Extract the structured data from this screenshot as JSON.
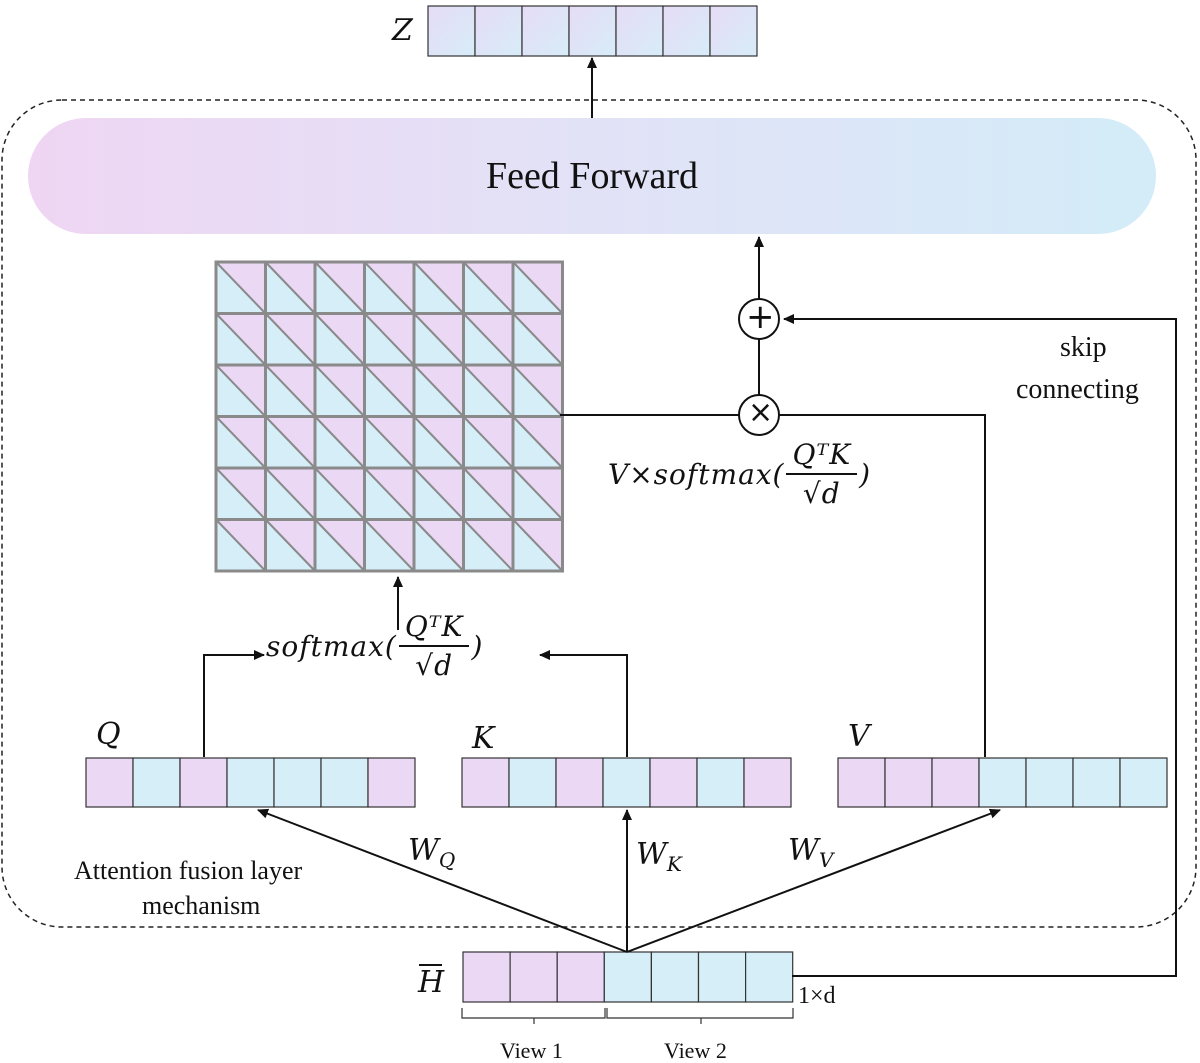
{
  "labels": {
    "feed_forward": "Feed Forward",
    "z": "Z",
    "q": "Q",
    "k": "K",
    "v": "V",
    "h": "H",
    "w_q": "W",
    "w_q_sub": "Q",
    "w_k": "W",
    "w_k_sub": "K",
    "w_v": "W",
    "w_v_sub": "V",
    "skip_line1": "skip",
    "skip_line2": "connecting",
    "attention_line1": "Attention fusion layer",
    "attention_line2": "mechanism",
    "dim": "1×d",
    "view1": "View 1",
    "view2": "View 2",
    "plus": "+",
    "times": "×"
  },
  "formula_softmax": {
    "prefix": "softmax(",
    "num": "QᵀK",
    "den": "√d",
    "suffix": ")"
  },
  "formula_v": {
    "prefix": "V×softmax(",
    "num": "QᵀK",
    "den": "√d",
    "suffix": ")"
  },
  "colors": {
    "pink": "#ead8f5",
    "blue": "#d5eef8",
    "stroke": "#111111",
    "grid_stroke": "#8a8a8a",
    "ff_left": "#efd6f3",
    "ff_right": "#d3ecf8"
  },
  "vectors": {
    "z": [
      "g",
      "g",
      "g",
      "g",
      "g",
      "g",
      "g"
    ],
    "q": [
      "p",
      "b",
      "p",
      "b",
      "b",
      "b",
      "p"
    ],
    "k": [
      "p",
      "b",
      "p",
      "b",
      "p",
      "b",
      "p"
    ],
    "v": [
      "p",
      "p",
      "p",
      "b",
      "b",
      "b",
      "b"
    ],
    "h": [
      "p",
      "p",
      "p",
      "b",
      "b",
      "b",
      "b"
    ]
  }
}
